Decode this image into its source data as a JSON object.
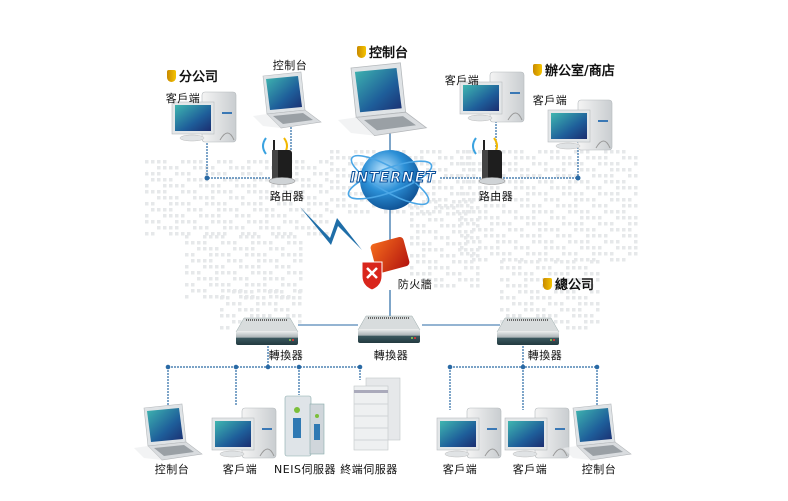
{
  "diagram": {
    "title": "",
    "colors": {
      "link": "#2a6aa5",
      "bolt": "#1f6ea8",
      "shield_badge": "#e8b000",
      "firewall_red": "#d9261c",
      "globe": "#1d7fc6",
      "switch_body": "#2f4f57",
      "map_dots": "#e6e8ea"
    },
    "sites": [
      {
        "id": "branch",
        "label": "分公司",
        "icon": "shield-badge-icon"
      },
      {
        "id": "console-site",
        "label": "控制台",
        "icon": "shield-badge-icon"
      },
      {
        "id": "office-store",
        "label": "辦公室/商店",
        "icon": "shield-badge-icon"
      },
      {
        "id": "headquarters",
        "label": "總公司",
        "icon": "shield-badge-icon"
      }
    ],
    "nodes": {
      "branch_client": {
        "label": "客戶端",
        "icon": "desktop-pc-icon"
      },
      "branch_console": {
        "label": "控制台",
        "icon": "laptop-icon"
      },
      "branch_router": {
        "label": "路由器",
        "icon": "wireless-router-icon"
      },
      "center_console": {
        "label": "",
        "icon": "laptop-icon"
      },
      "internet": {
        "label": "INTERNET",
        "icon": "globe-icon"
      },
      "office_client_1": {
        "label": "客戶端",
        "icon": "desktop-pc-icon"
      },
      "office_client_2": {
        "label": "客戶端",
        "icon": "desktop-pc-icon"
      },
      "office_router": {
        "label": "路由器",
        "icon": "wireless-router-icon"
      },
      "firewall": {
        "label": "防火牆",
        "icon": "firewall-icon"
      },
      "switch_left": {
        "label": "轉換器",
        "icon": "switch-icon"
      },
      "switch_center": {
        "label": "轉換器",
        "icon": "switch-icon"
      },
      "switch_right": {
        "label": "轉換器",
        "icon": "switch-icon"
      },
      "hq_left_console": {
        "label": "控制台",
        "icon": "laptop-icon"
      },
      "hq_left_client": {
        "label": "客戶端",
        "icon": "desktop-pc-icon"
      },
      "neis_server": {
        "label": "NEIS伺服器",
        "icon": "server-tower-icon"
      },
      "terminal_server": {
        "label": "終端伺服器",
        "icon": "rack-server-icon"
      },
      "hq_right_client_1": {
        "label": "客戶端",
        "icon": "desktop-pc-icon"
      },
      "hq_right_client_2": {
        "label": "客戶端",
        "icon": "desktop-pc-icon"
      },
      "hq_right_console": {
        "label": "控制台",
        "icon": "laptop-icon"
      }
    },
    "links": [
      [
        "branch_client",
        "branch_router"
      ],
      [
        "branch_console",
        "branch_router"
      ],
      [
        "branch_router",
        "firewall",
        "wireless"
      ],
      [
        "center_console",
        "internet"
      ],
      [
        "internet",
        "office_router"
      ],
      [
        "office_client_1",
        "office_router"
      ],
      [
        "office_client_2",
        "office_router"
      ],
      [
        "internet",
        "firewall"
      ],
      [
        "firewall",
        "switch_center"
      ],
      [
        "switch_center",
        "switch_left"
      ],
      [
        "switch_center",
        "switch_right"
      ],
      [
        "switch_left",
        "hq_left_console"
      ],
      [
        "switch_left",
        "hq_left_client"
      ],
      [
        "switch_left",
        "neis_server"
      ],
      [
        "switch_left",
        "terminal_server"
      ],
      [
        "switch_right",
        "hq_right_client_1"
      ],
      [
        "switch_right",
        "hq_right_client_2"
      ],
      [
        "switch_right",
        "hq_right_console"
      ]
    ]
  }
}
